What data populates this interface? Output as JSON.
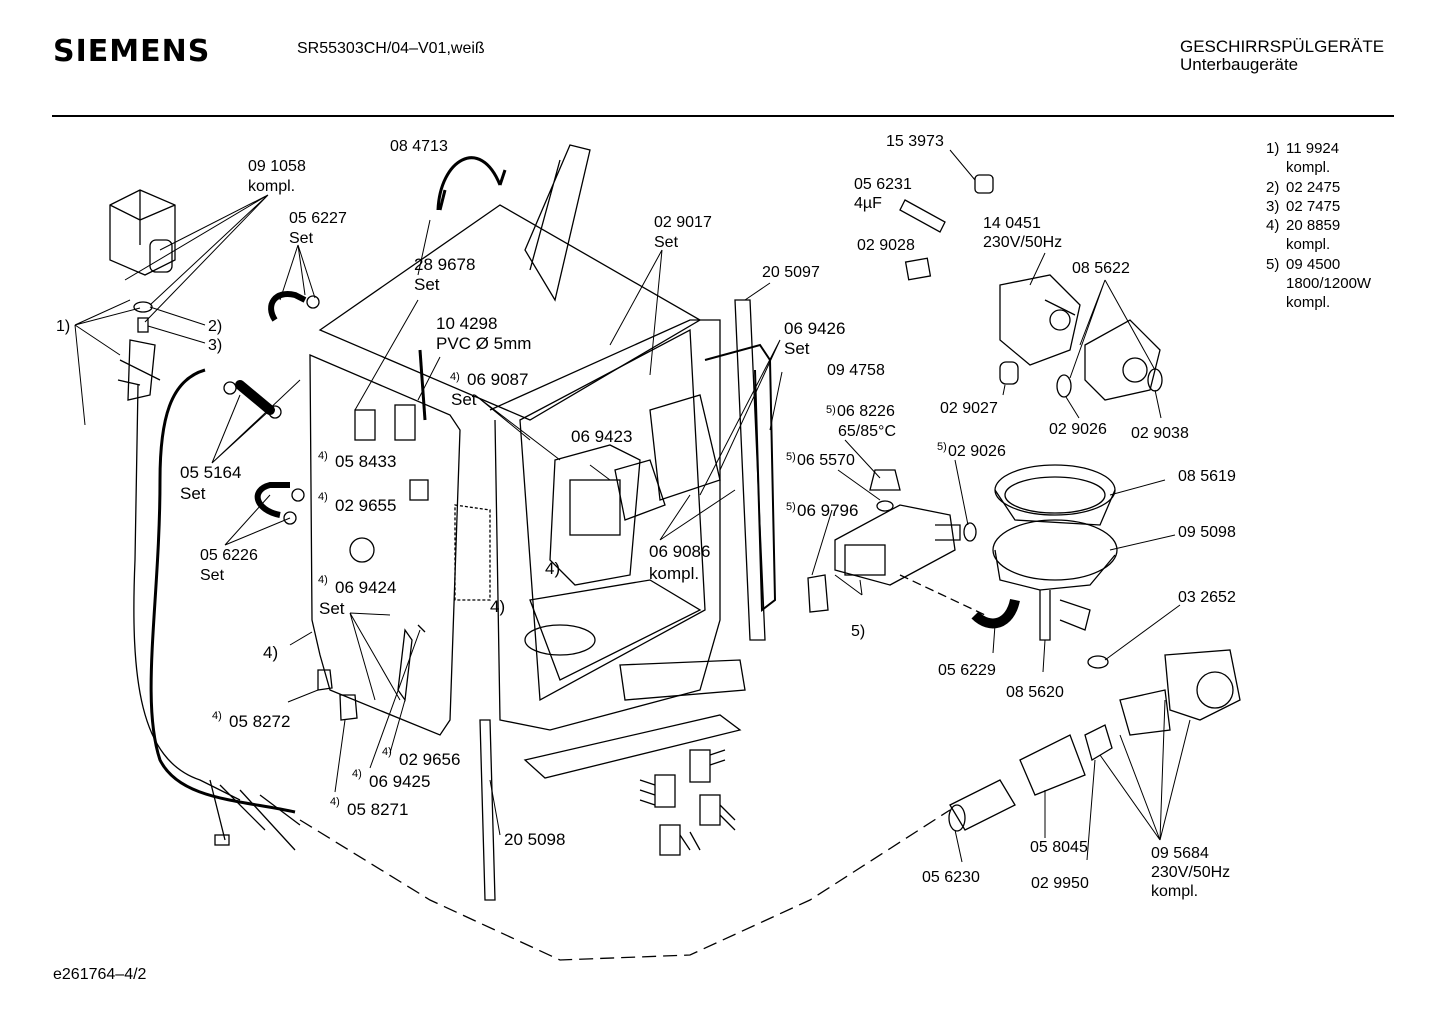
{
  "header": {
    "brand": "SIEMENS",
    "model": "SR55303CH/04–V01,weiß",
    "category_line1": "GESCHIRRSPÜLGERÄTE",
    "category_line2": "Unterbaugeräte"
  },
  "footer": {
    "doc_id": "e261764–4/2"
  },
  "legend": [
    {
      "num": "1)",
      "code": "11 9924",
      "note": "kompl."
    },
    {
      "num": "2)",
      "code": "02 2475",
      "note": ""
    },
    {
      "num": "3)",
      "code": "02 7475",
      "note": ""
    },
    {
      "num": "4)",
      "code": "20 8859",
      "note": "kompl."
    },
    {
      "num": "5)",
      "code": "09 4500",
      "note": "1800/1200W",
      "note2": "kompl."
    }
  ],
  "labels": {
    "p091058": "09 1058",
    "p091058b": "kompl.",
    "p084713": "08 4713",
    "p056227": "05 6227",
    "p056227b": "Set",
    "p289678": "28 9678",
    "p289678b": "Set",
    "p104298": "10 4298",
    "p104298b": "PVC Ø 5mm",
    "p069087": "06 9087",
    "p069087b": "Set",
    "p069087n": "4)",
    "p029017": "02 9017",
    "p029017b": "Set",
    "p205097": "20 5097",
    "p069426": "06 9426",
    "p069426b": "Set",
    "p094758": "09 4758",
    "p153973": "15 3973",
    "p056231": "05 6231",
    "p056231b": "4µF",
    "p029028": "02 9028",
    "p140451": "14 0451",
    "p140451b": "230V/50Hz",
    "p085622": "08 5622",
    "p029027": "02 9027",
    "p029026a": "02 9026",
    "p029038": "02 9038",
    "p068226": "06 8226",
    "p068226b": "65/85°C",
    "p068226n": "5)",
    "p065570": "06 5570",
    "p065570n": "5)",
    "p029026b": "02 9026",
    "p029026bn": "5)",
    "p069796": "06 9796",
    "p069796n": "5)",
    "p085619": "08 5619",
    "p095098": "09 5098",
    "p032652": "03 2652",
    "p056229": "05 6229",
    "p085620": "08 5620",
    "p095684": "09 5684",
    "p095684b": "230V/50Hz",
    "p095684c": "kompl.",
    "p058045": "05 8045",
    "p029950": "02 9950",
    "p056230": "05 6230",
    "p205098": "20 5098",
    "p069423": "06 9423",
    "p069086": "06 9086",
    "p069086b": "kompl.",
    "p058433": "05 8433",
    "p058433n": "4)",
    "p029655": "02 9655",
    "p029655n": "4)",
    "p069424": "06 9424",
    "p069424b": "Set",
    "p069424n": "4)",
    "p056226": "05 6226",
    "p056226b": "Set",
    "p055164": "05 5164",
    "p055164b": "Set",
    "p058272": "05 8272",
    "p058272n": "4)",
    "p029656": "02 9656",
    "p029656n": "4)",
    "p069425": "06 9425",
    "p069425n": "4)",
    "p058271": "05 8271",
    "p058271n": "4)",
    "c1": "1)",
    "c2": "2)",
    "c3": "3)",
    "c4a": "4)",
    "c4b": "4)",
    "c4c": "4)",
    "c5": "5)"
  }
}
